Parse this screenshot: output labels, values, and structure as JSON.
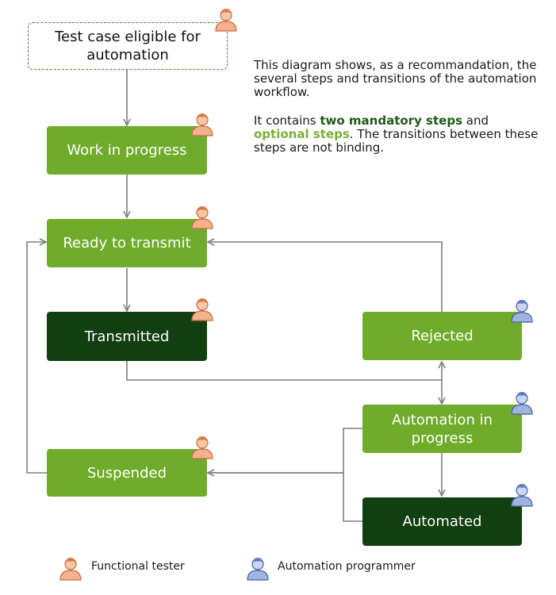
{
  "nodes": {
    "eligible": "Test case eligible for automation",
    "work_in_progress": "Work in progress",
    "ready_to_transmit": "Ready to transmit",
    "transmitted": "Transmitted",
    "rejected": "Rejected",
    "automation_in_progress": "Automation in progress",
    "suspended": "Suspended",
    "automated": "Automated"
  },
  "description": {
    "paragraph1": "This diagram shows, as a recommandation, the several steps and transitions of the automation workflow.",
    "p2_intro": "It contains ",
    "p2_mandatory": "two mandatory steps",
    "p2_and": " and ",
    "p2_optional": "optional steps",
    "p2_rest": ". The transitions between these steps are not binding."
  },
  "legend": {
    "functional_tester": "Functional tester",
    "automation_programmer": "Automation programmer"
  },
  "colors": {
    "optional_step": "#6fac2b",
    "mandatory_step": "#123f10",
    "functional_tester_icon": "#e8906a",
    "automation_programmer_icon": "#6a86c4",
    "connector": "#7f7f7f"
  },
  "icons": {
    "functional_tester": "person-orange-icon",
    "automation_programmer": "person-blue-icon"
  }
}
